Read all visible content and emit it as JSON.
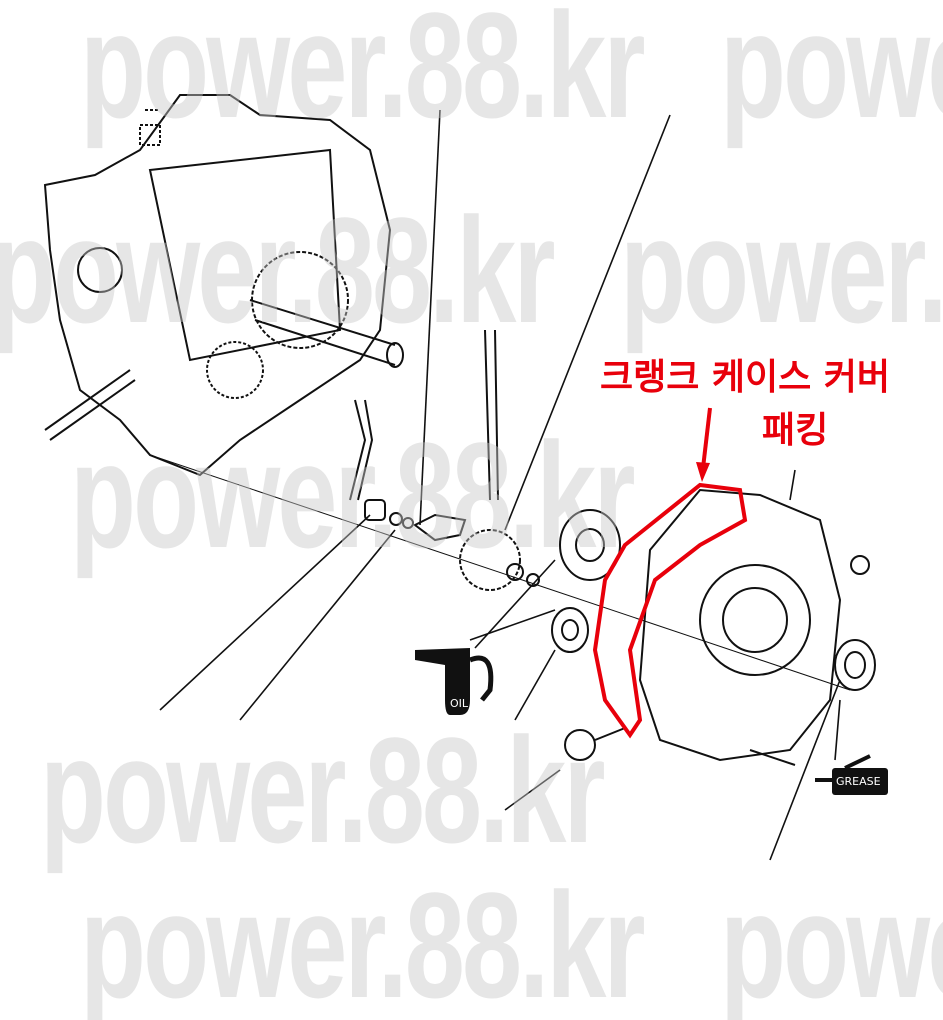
{
  "watermark": "power.88.kr",
  "callout": {
    "line1": "크랭크 케이스 커버",
    "line2": "패킹",
    "color": "#e8000b"
  },
  "labels": {
    "oil": "OIL",
    "grease": "GREASE"
  }
}
